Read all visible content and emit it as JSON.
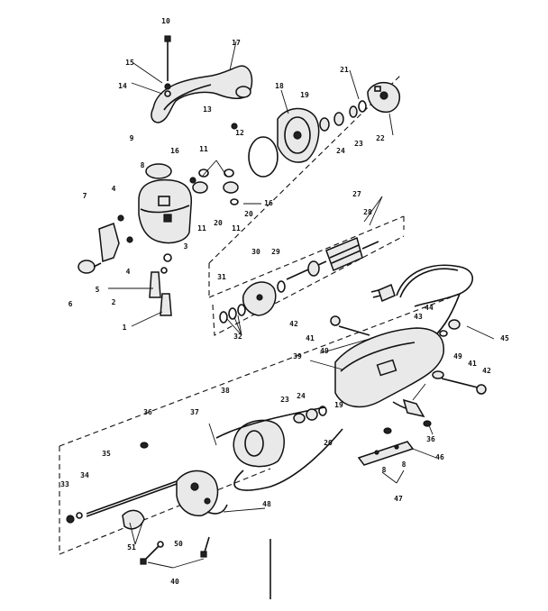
{
  "callouts": [
    {
      "id": "c1",
      "text": "1"
    },
    {
      "id": "c2",
      "text": "2"
    },
    {
      "id": "c3",
      "text": "3"
    },
    {
      "id": "c4a",
      "text": "4"
    },
    {
      "id": "c4b",
      "text": "4"
    },
    {
      "id": "c5",
      "text": "5"
    },
    {
      "id": "c6",
      "text": "6"
    },
    {
      "id": "c7",
      "text": "7"
    },
    {
      "id": "c8a",
      "text": "8"
    },
    {
      "id": "c8b",
      "text": "8"
    },
    {
      "id": "c8c",
      "text": "8"
    },
    {
      "id": "c9",
      "text": "9"
    },
    {
      "id": "c10",
      "text": "10"
    },
    {
      "id": "c11a",
      "text": "11"
    },
    {
      "id": "c11b",
      "text": "11"
    },
    {
      "id": "c11c",
      "text": "11"
    },
    {
      "id": "c12",
      "text": "12"
    },
    {
      "id": "c13",
      "text": "13"
    },
    {
      "id": "c14",
      "text": "14"
    },
    {
      "id": "c15",
      "text": "15"
    },
    {
      "id": "c16a",
      "text": "16"
    },
    {
      "id": "c16b",
      "text": "16"
    },
    {
      "id": "c17",
      "text": "17"
    },
    {
      "id": "c18",
      "text": "18"
    },
    {
      "id": "c19a",
      "text": "19"
    },
    {
      "id": "c19b",
      "text": "19"
    },
    {
      "id": "c20a",
      "text": "20"
    },
    {
      "id": "c20b",
      "text": "20"
    },
    {
      "id": "c20c",
      "text": "20"
    },
    {
      "id": "c21",
      "text": "21"
    },
    {
      "id": "c22",
      "text": "22"
    },
    {
      "id": "c23a",
      "text": "23"
    },
    {
      "id": "c23b",
      "text": "23"
    },
    {
      "id": "c24a",
      "text": "24"
    },
    {
      "id": "c24b",
      "text": "24"
    },
    {
      "id": "c27",
      "text": "27"
    },
    {
      "id": "c28",
      "text": "28"
    },
    {
      "id": "c29",
      "text": "29"
    },
    {
      "id": "c30",
      "text": "30"
    },
    {
      "id": "c31",
      "text": "31"
    },
    {
      "id": "c32",
      "text": "32"
    },
    {
      "id": "c33",
      "text": "33"
    },
    {
      "id": "c34",
      "text": "34"
    },
    {
      "id": "c35",
      "text": "35"
    },
    {
      "id": "c36a",
      "text": "36"
    },
    {
      "id": "c36b",
      "text": "36"
    },
    {
      "id": "c37",
      "text": "37"
    },
    {
      "id": "c38",
      "text": "38"
    },
    {
      "id": "c39",
      "text": "39"
    },
    {
      "id": "c40",
      "text": "40"
    },
    {
      "id": "c41a",
      "text": "41"
    },
    {
      "id": "c41b",
      "text": "41"
    },
    {
      "id": "c42a",
      "text": "42"
    },
    {
      "id": "c42b",
      "text": "42"
    },
    {
      "id": "c43",
      "text": "43"
    },
    {
      "id": "c44",
      "text": "44"
    },
    {
      "id": "c45",
      "text": "45"
    },
    {
      "id": "c46",
      "text": "46"
    },
    {
      "id": "c47",
      "text": "47"
    },
    {
      "id": "c48",
      "text": "48"
    },
    {
      "id": "c49a",
      "text": "49"
    },
    {
      "id": "c49b",
      "text": "49"
    },
    {
      "id": "c50",
      "text": "50"
    },
    {
      "id": "c51",
      "text": "51"
    }
  ],
  "icons": {
    "handle": "mixer-handle-icon",
    "housing": "motor-housing-icon",
    "cord": "power-cord-plug-icon"
  }
}
